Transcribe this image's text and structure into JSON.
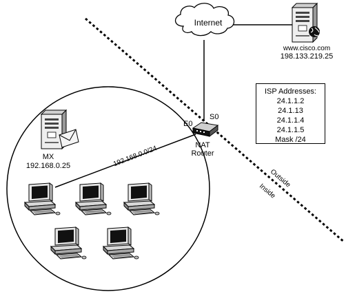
{
  "internet_label": "Internet",
  "web_server": {
    "host": "www.cisco.com",
    "ip": "198.133.219.25"
  },
  "mail_server": {
    "name": "MX",
    "ip": "192.168.0.25"
  },
  "router": {
    "line1": "NAT",
    "line2": "Router",
    "inside_iface": "E0",
    "outside_iface": "S0"
  },
  "lan_label": "192.168.0.0/24",
  "isp_box": {
    "title": "ISP Addresses:",
    "addresses": [
      "24.1.1.2",
      "24.1.13",
      "24.1.1.4",
      "24.1.1.5"
    ],
    "mask": "Mask /24"
  },
  "boundary": {
    "outside": "Outside",
    "inside": "Inside"
  },
  "icons": {
    "cloud": "cloud-icon",
    "server": "server-tower-icon",
    "mail": "envelope-icon",
    "router": "router-icon",
    "workstation": "desktop-computer-icon"
  }
}
